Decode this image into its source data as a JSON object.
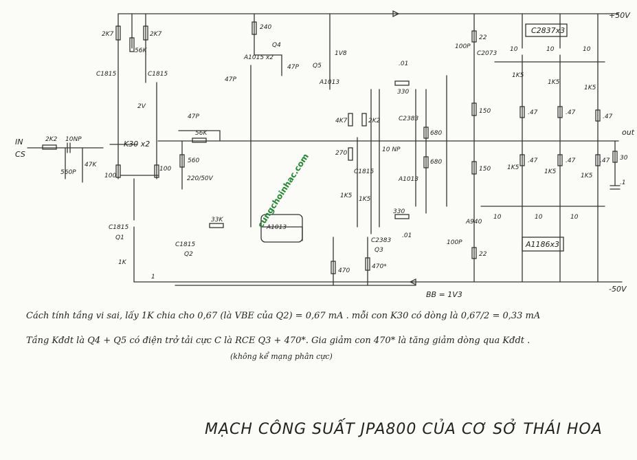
{
  "rails": {
    "pos": "+50V",
    "neg": "-50V",
    "out": "out"
  },
  "input": {
    "label": "IN",
    "sub": "CS"
  },
  "labels": {
    "r2k2": "2K2",
    "c10np": "10NP",
    "c560p": "560P",
    "r47k": "47K",
    "r100a": "100",
    "r100b": "100",
    "k30": "K30 x2",
    "r2k7a": "2K7",
    "r56k": "56K",
    "r2k7b": "2K7",
    "c1815a": "C1815",
    "c1815b": "C1815",
    "z2v": "2V",
    "c47pa": "47P",
    "r56kb": "56K",
    "r560": "560",
    "c220": "220/50V",
    "r240": "240",
    "a1015": "A1015 x2",
    "q4": "Q4",
    "c47pb": "47P",
    "c47pc": "47P",
    "z1v8": "1V8",
    "q5": "Q5",
    "a1013a": "A1013",
    "c1815q1": "C1815",
    "q1": "Q1",
    "c1815q2": "C1815",
    "q2": "Q2",
    "r1k": "1K",
    "c1": "1",
    "r33k": "33K",
    "a1013b": "A1013",
    "r470a": "470",
    "c2383q3": "C2383",
    "q3": "Q3",
    "r470b": "470*",
    "r4k7": "4K7",
    "r2k2b": "2K2",
    "r270": "270",
    "c1815c": "C1815",
    "r1k5a": "1K5",
    "r1k5b": "1K5",
    "c10np2": "10 NP",
    "c01a": ".01",
    "r330a": "330",
    "r330b": "330",
    "c01b": ".01",
    "c2383b": "C2383",
    "a1013c": "A1013",
    "r680a": "680",
    "r680b": "680",
    "c100pa": "100P",
    "c2073": "C2073",
    "r22a": "22",
    "r150a": "150",
    "r150b": "150",
    "c100pb": "100P",
    "a940": "A940",
    "r22b": "22",
    "c2837": "C2837x3",
    "a1186": "A1186x3",
    "r10": "10",
    "r1k5": "1K5",
    "r047": ".47",
    "r30": "30",
    "c01c": ".1",
    "bb": "BB = 1V3"
  },
  "notes": {
    "line1": "Cách tính tầng vi sai, lấy 1K chia cho 0,67 (là VBE của Q2) = 0,67 mA . mỗi con K30 có dòng là 0,67/2 = 0,33 mA",
    "line2": "Tầng Kđdt là Q4 + Q5 có điện trở tải cực C là RCE Q3 + 470*.  Gia giảm con 470* là tăng giảm dòng qua Kđdt .",
    "line3": "(không kể mạng phân cực)"
  },
  "title": "MẠCH CÔNG SUẤT JPA800 CỦA CƠ SỞ THÁI HOA",
  "watermark": "cungchoinhac.com"
}
